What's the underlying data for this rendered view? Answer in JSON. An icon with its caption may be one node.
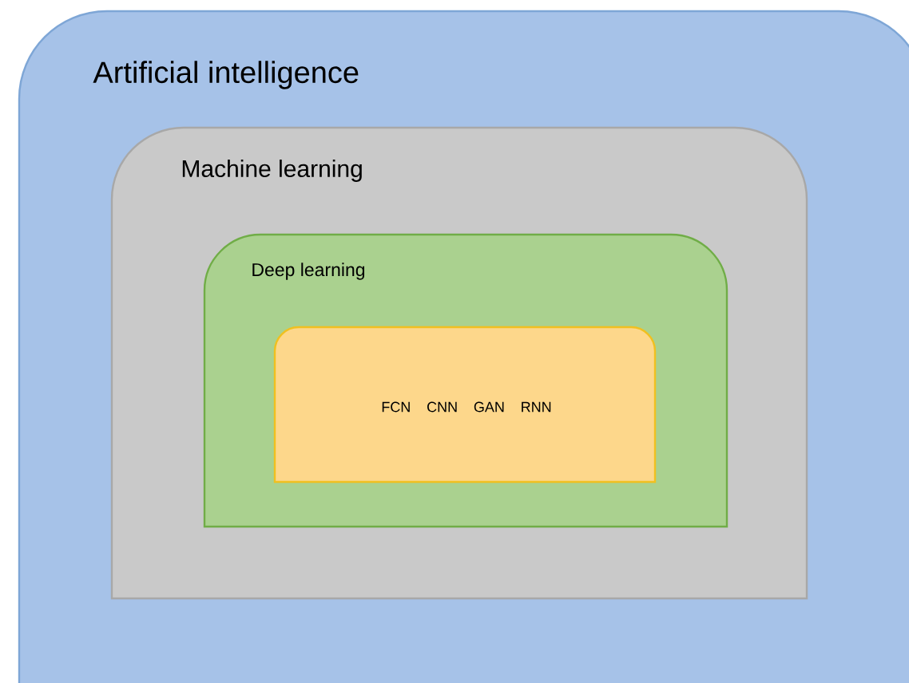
{
  "diagram": {
    "nodes": [
      {
        "text": [
          "Artificial intelligence"
        ]
      },
      {
        "text": [
          "Machine learning"
        ],
        "in": 0
      },
      {
        "text": [
          "Deep learning"
        ],
        "in": 1
      },
      {
        "text": [
          "FCN CNN GAN RNN"
        ],
        "in": 2
      }
    ]
  }
}
